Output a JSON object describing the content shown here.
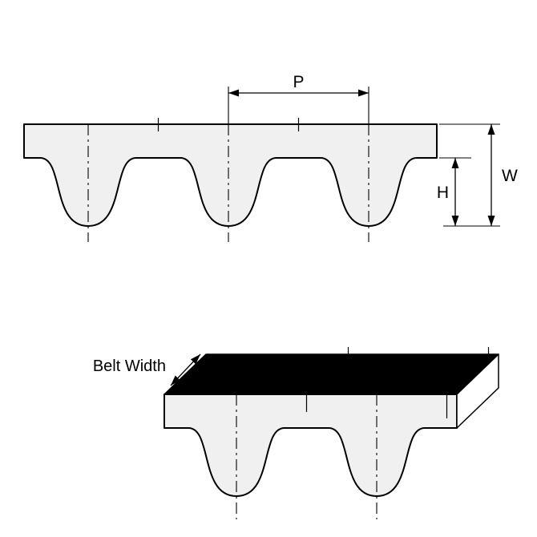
{
  "labels": {
    "pitch": "P",
    "overall_thickness": "W",
    "tooth_height": "H",
    "belt_width": "Belt Width"
  },
  "colors": {
    "background": "#ffffff",
    "outline": "#000000",
    "belt_fill": "#f0f0f0",
    "belt_back_fill": "#000000",
    "side_face_fill": "#ffffff"
  }
}
